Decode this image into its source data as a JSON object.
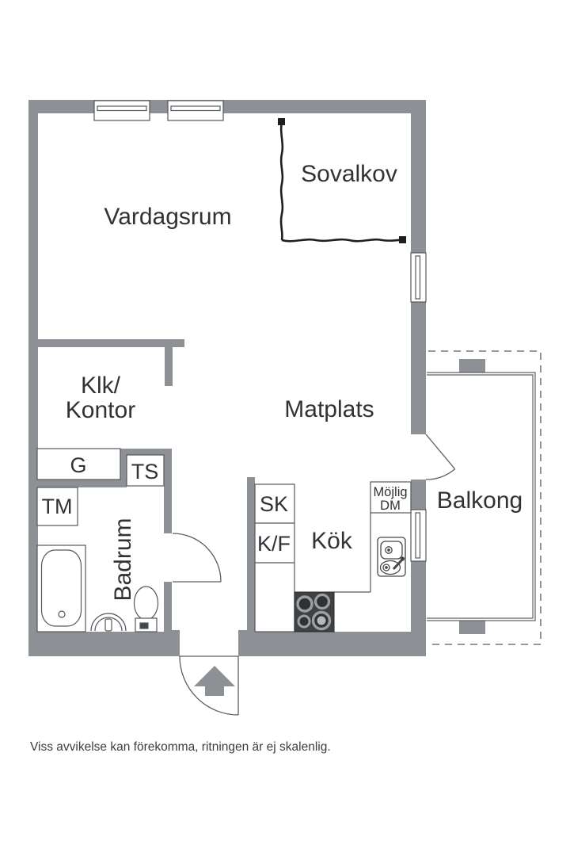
{
  "floorplan": {
    "rooms": {
      "living": "Vardagsrum",
      "alcove": "Sovalkov",
      "closet_office_line1": "Klk/",
      "closet_office_line2": "Kontor",
      "dining": "Matplats",
      "bathroom": "Badrum",
      "kitchen": "Kök",
      "balcony": "Balkong"
    },
    "fixtures": {
      "wardrobe": "G",
      "drying_cabinet": "TS",
      "washing_machine": "TM",
      "tall_cabinet": "SK",
      "fridge_freezer": "K/F",
      "possible_dishwasher_line1": "Möjlig",
      "possible_dishwasher_line2": "DM"
    },
    "disclaimer": "Viss avvikelse kan förekomma, ritningen är ej skalenlig.",
    "colors": {
      "wall": "#8d9196",
      "outline": "#53575b",
      "text": "#303335",
      "stove": "#3f4245",
      "curtain": "#1d1e1f",
      "dashed": "#74787c",
      "background": "#ffffff"
    }
  }
}
